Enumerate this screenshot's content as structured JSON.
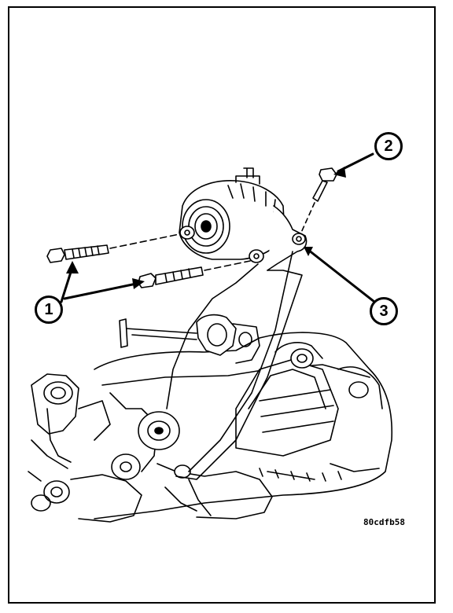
{
  "diagram": {
    "callouts": [
      {
        "id": "1",
        "label": "1"
      },
      {
        "id": "2",
        "label": "2"
      },
      {
        "id": "3",
        "label": "3"
      }
    ],
    "figure_code": "80cdfb58",
    "colors": {
      "ink": "#000000",
      "paper": "#ffffff"
    }
  }
}
